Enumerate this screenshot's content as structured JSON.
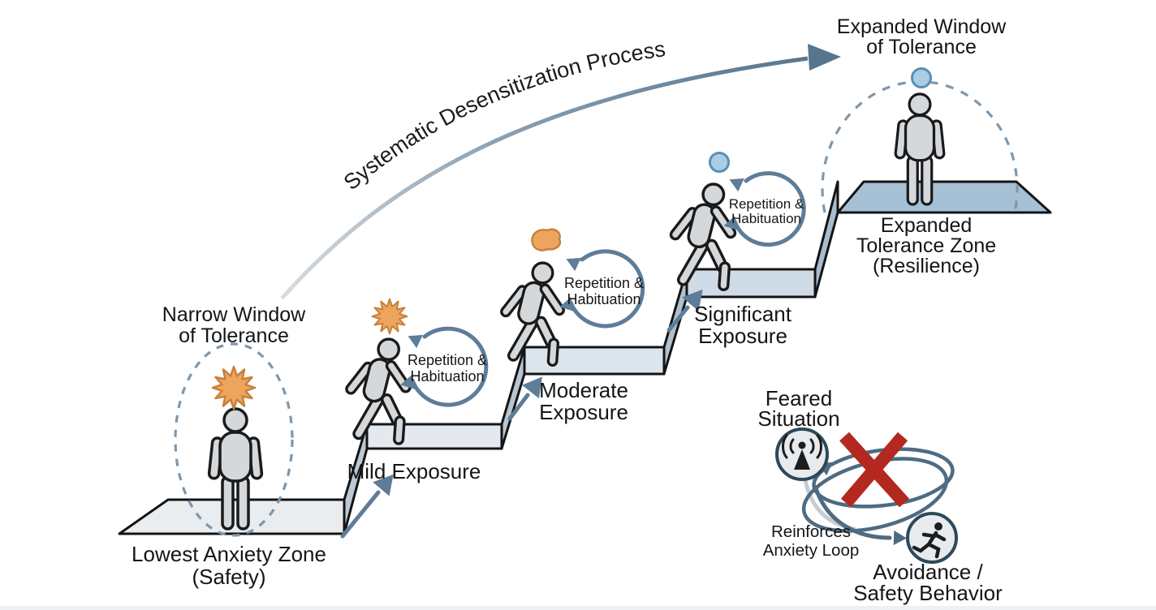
{
  "arc": {
    "label": "Systematic Desensitization Process"
  },
  "expanded_window": {
    "line1": "Expanded Window",
    "line2": "of Tolerance"
  },
  "narrow_window": {
    "line1": "Narrow Window",
    "line2": "of Tolerance"
  },
  "steps": [
    {
      "name": "lowest-anxiety-zone",
      "line1": "Lowest Anxiety Zone",
      "line2": "(Safety)"
    },
    {
      "name": "mild-exposure",
      "line1": "Mild Exposure"
    },
    {
      "name": "moderate-exposure",
      "line1": "Moderate",
      "line2": "Exposure"
    },
    {
      "name": "significant-exposure",
      "line1": "Significant",
      "line2": "Exposure"
    },
    {
      "name": "expanded-tolerance-zone",
      "line1": "Expanded",
      "line2": "Tolerance Zone",
      "line3": "(Resilience)"
    }
  ],
  "loop_label": {
    "line1": "Repetition &",
    "line2": "Habituation"
  },
  "avoidance_cycle": {
    "feared_situation": {
      "line1": "Feared",
      "line2": "Situation"
    },
    "reinforces": {
      "line1": "Reinforces",
      "line2": "Anxiety Loop"
    },
    "avoidance": {
      "line1": "Avoidance /",
      "line2": "Safety Behavior"
    }
  },
  "icons": {
    "feared_situation_icon": "broadcast-antenna-icon",
    "avoidance_icon": "running-person-icon",
    "blocked_icon": "red-x-icon",
    "high_anxiety_icon": "orange-starburst-icon",
    "medium_anxiety_icon": "orange-blob-icon",
    "calm_icon": "blue-circle-icon"
  },
  "colors": {
    "step_light": "#eaedf0",
    "step_mid": "#dde5ec",
    "step_blue": "#cfdbe6",
    "step_top": "#a6c0d6",
    "riser": "#bcc9d5",
    "outline": "#141414",
    "slate_arrow": "#5d7d99",
    "arc_dark": "#56758f",
    "dashed_window": "#7e97ab",
    "starburst_fill": "#eda45f",
    "starburst_stroke": "#c9803a",
    "calm_blue_fill": "#a9cde4",
    "calm_blue_stroke": "#5a8fb4",
    "red_x": "#b3291f",
    "figure_fill": "#d5d8db",
    "loop_ellipse": "#4e6b82"
  }
}
